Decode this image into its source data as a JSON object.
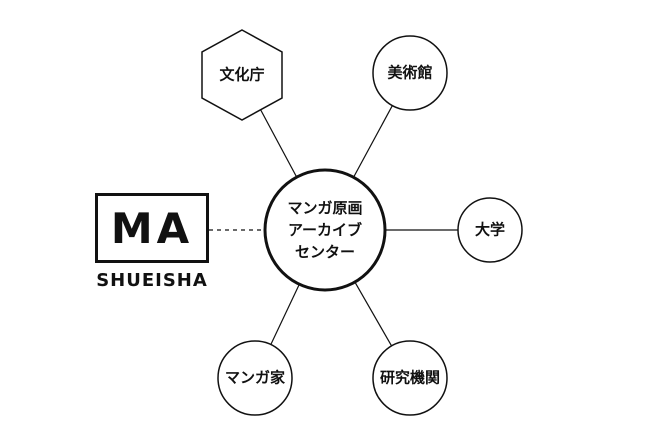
{
  "center": {
    "lines": [
      "マンガ原画",
      "アーカイブ",
      "センター"
    ]
  },
  "nodes": {
    "agency": "文化庁",
    "museum": "美術館",
    "university": "大学",
    "artist": "マンガ家",
    "research": "研究機関"
  },
  "logo": {
    "mark": "MA",
    "name": "SHUEISHA"
  }
}
